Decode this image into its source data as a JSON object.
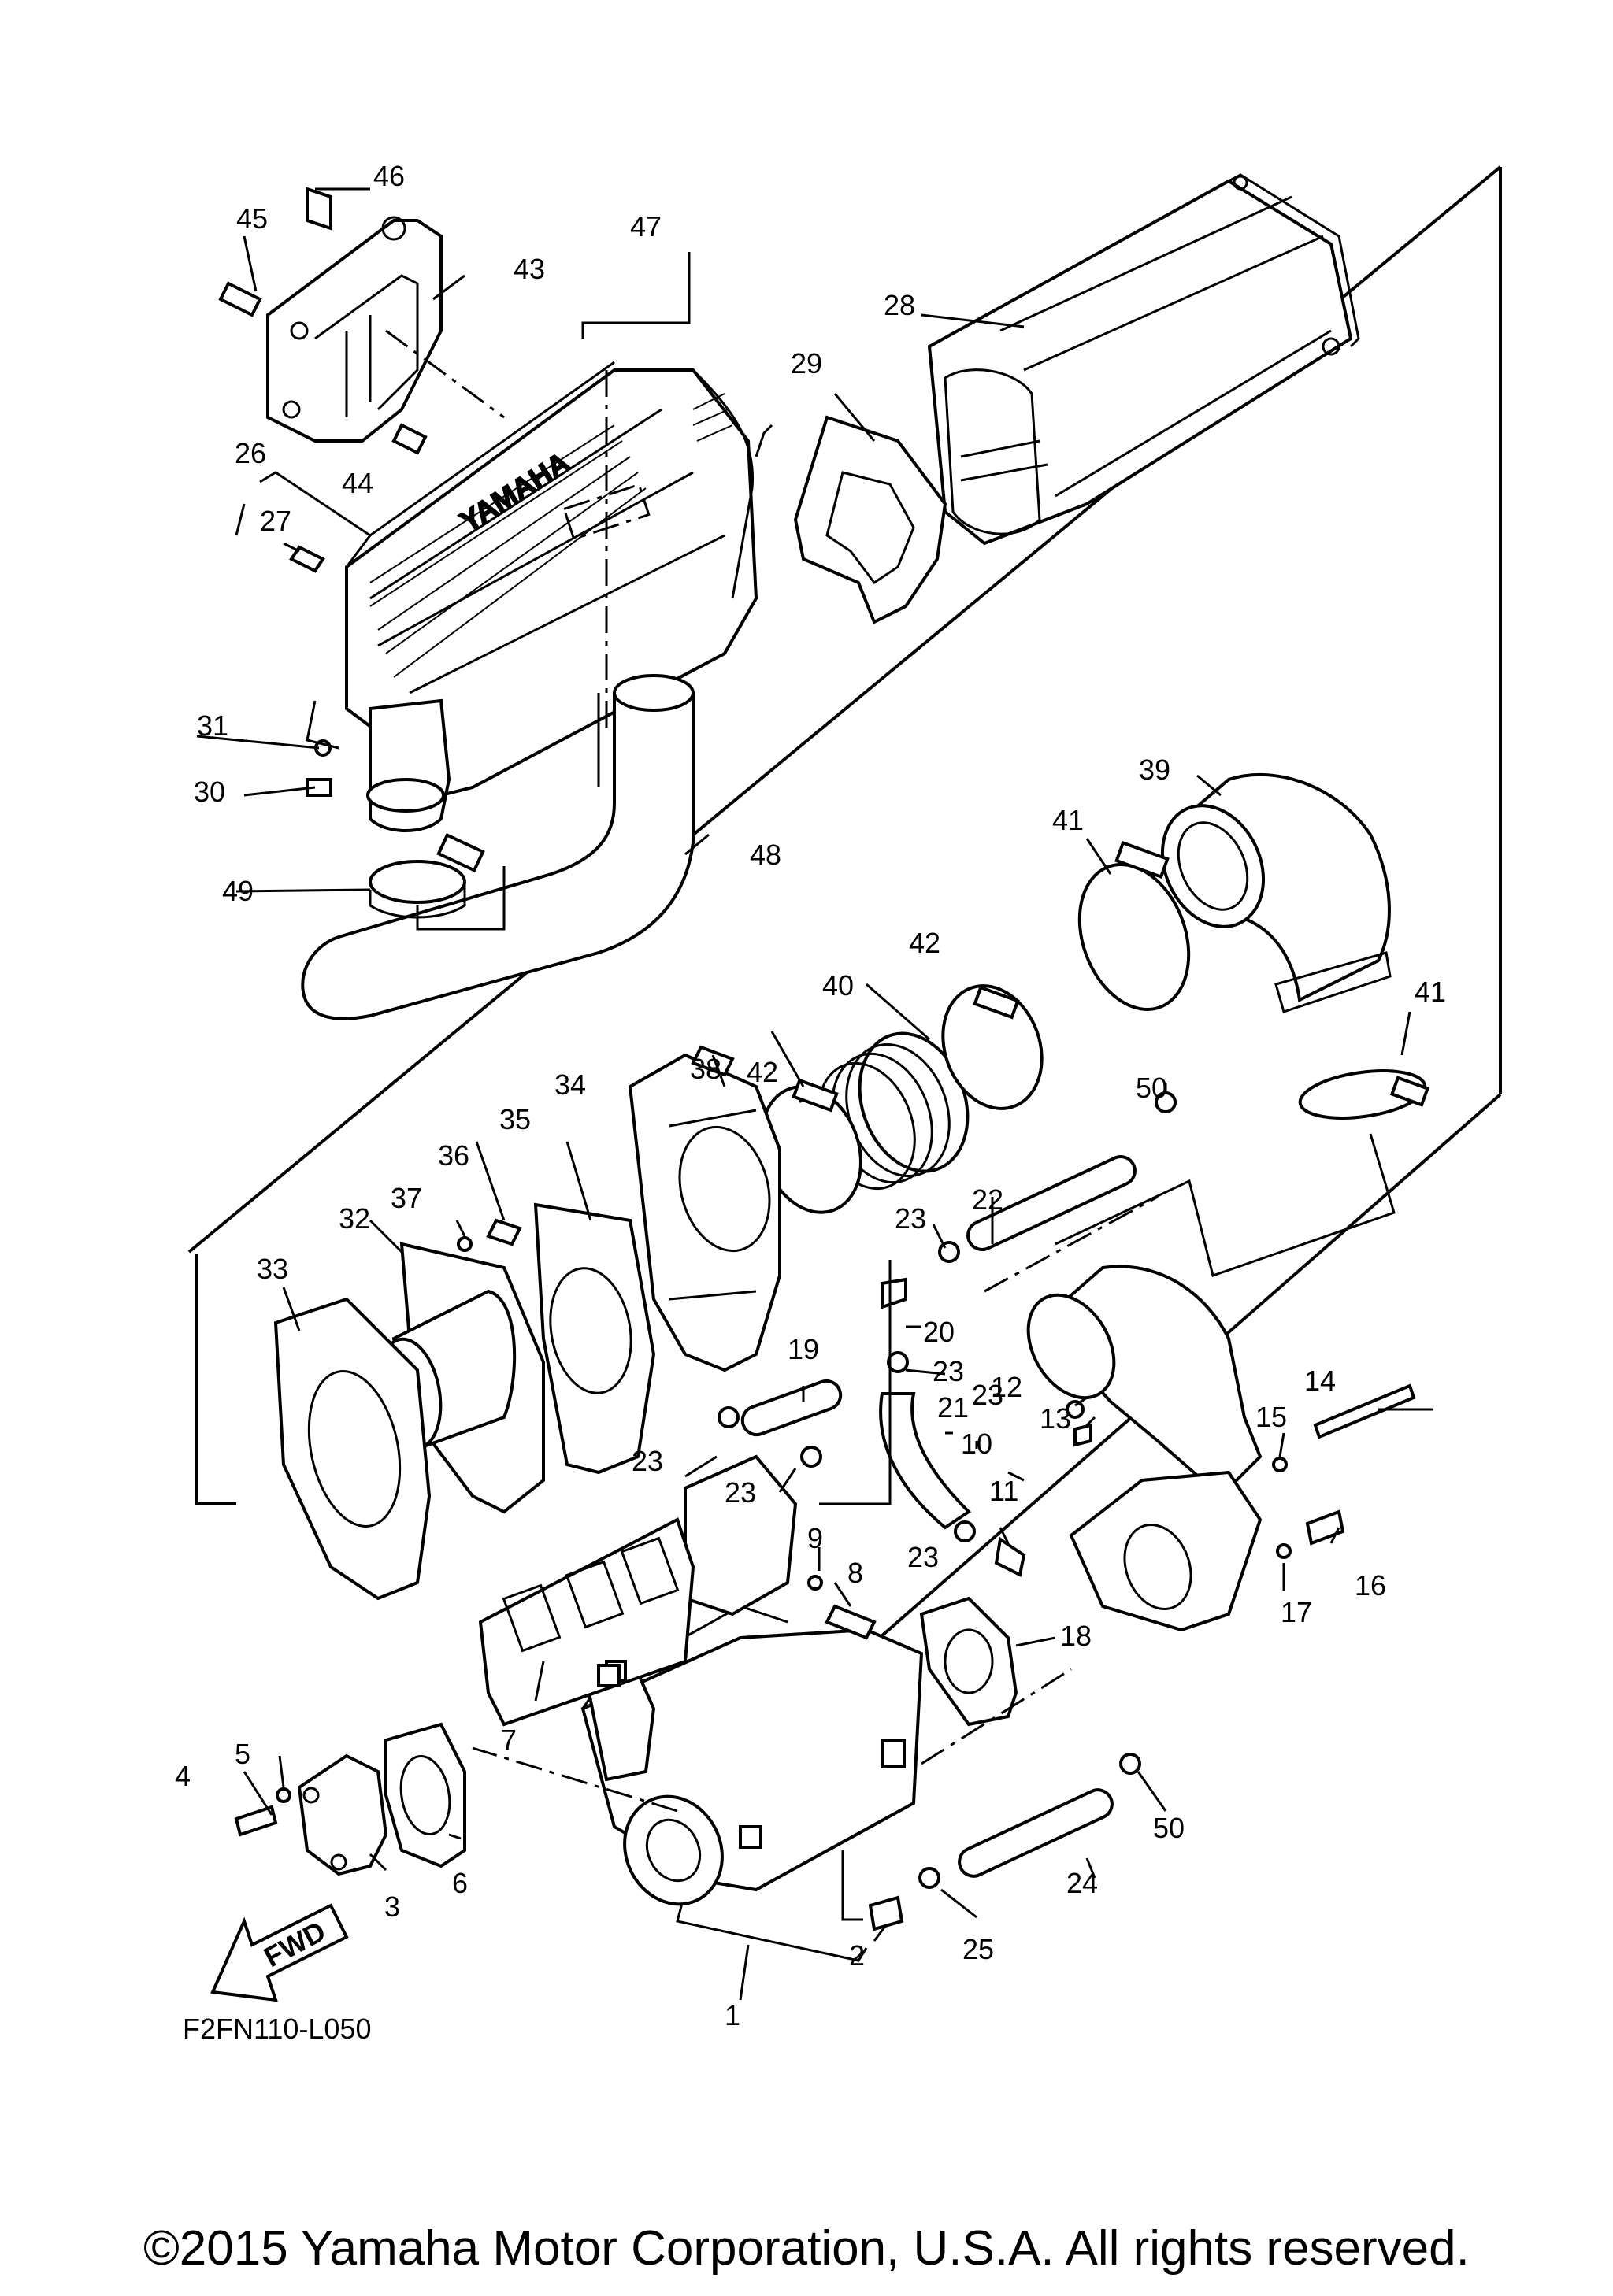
{
  "figure_code": "F2FN110-L050",
  "copyright": "©2015 Yamaha Motor Corporation, U.S.A. All rights reserved.",
  "brand_mark": "YAMAHA",
  "fwd_label": "FWD",
  "callouts": [
    "1",
    "2",
    "3",
    "4",
    "5",
    "6",
    "7",
    "8",
    "9",
    "10",
    "11",
    "12",
    "13",
    "14",
    "15",
    "16",
    "17",
    "18",
    "19",
    "20",
    "21",
    "22",
    "23",
    "23",
    "23",
    "23",
    "23",
    "23",
    "24",
    "25",
    "26",
    "27",
    "28",
    "29",
    "30",
    "31",
    "32",
    "33",
    "34",
    "35",
    "36",
    "37",
    "38",
    "39",
    "40",
    "41",
    "41",
    "42",
    "42",
    "43",
    "44",
    "45",
    "46",
    "47",
    "48",
    "49",
    "50",
    "50"
  ],
  "icons": [
    "fwd-arrow-icon"
  ]
}
